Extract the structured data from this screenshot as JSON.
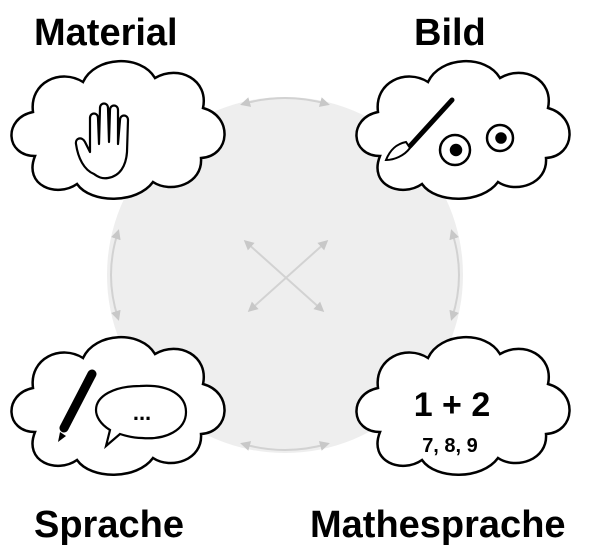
{
  "labels": {
    "material": "Material",
    "bild": "Bild",
    "sprache": "Sprache",
    "mathesprache": "Mathesprache"
  },
  "math": {
    "expression": "1 + 2",
    "sequence": "7, 8, 9"
  },
  "speech_bubble_text": "...",
  "icons": [
    "hand-icon",
    "paintbrush-icon",
    "eyes-icon",
    "pencil-icon",
    "speech-bubble-icon"
  ],
  "colors": {
    "background_circle": "#eeeeee",
    "arrow_gray": "#c8c8c8",
    "outline": "#000000"
  }
}
